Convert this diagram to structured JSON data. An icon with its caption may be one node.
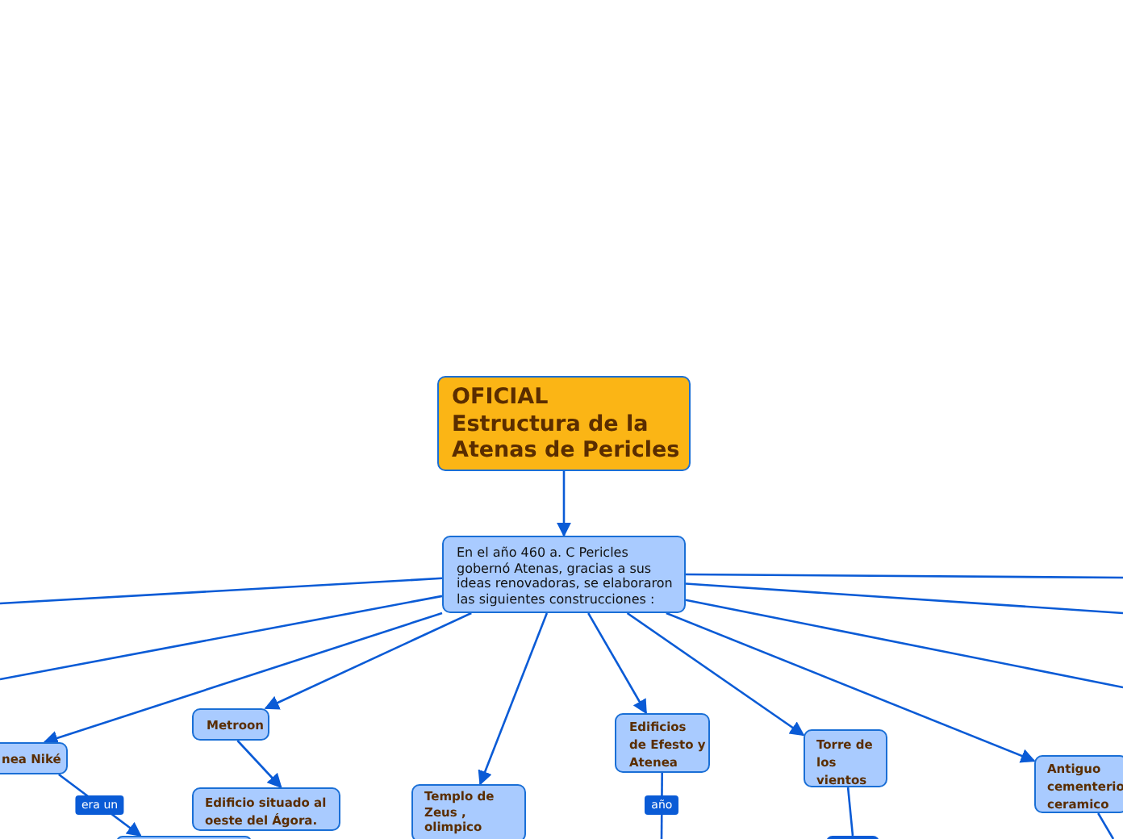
{
  "diagram": {
    "nodes": [
      {
        "text": [
          "OFICIAL Estructura de la Atenas de Pericles"
        ]
      },
      {
        "text": [
          "En el año 460 a. C Pericles gobernó Atenas, gracias a sus ideas renovadoras, se elaboraron las siguientes construcciones :"
        ]
      },
      {
        "text": [
          "nea Niké"
        ]
      },
      {
        "text": [
          "Metroon"
        ]
      },
      {
        "text": [
          "Edificio situado al oeste del Ágora."
        ]
      },
      {
        "text": [
          "Templo de Zeus , olimpico"
        ]
      },
      {
        "text": [
          "Edificios de Efesto y Atenea"
        ]
      },
      {
        "text": [
          "Torre de los vientos"
        ]
      },
      {
        "text": [
          "Antiguo cementerio ceramico"
        ]
      },
      {
        "text": [],
        "shape": "box"
      },
      {
        "text": [],
        "shape": "box"
      }
    ],
    "edges": [
      {
        "from": 0,
        "to": 1,
        "arrow": "to"
      },
      {
        "from": 1,
        "to": null,
        "arrow": "none"
      },
      {
        "from": 1,
        "to": null,
        "arrow": "none"
      },
      {
        "from": 1,
        "to": 2,
        "arrow": "to"
      },
      {
        "from": 1,
        "to": 3,
        "arrow": "to"
      },
      {
        "from": 1,
        "to": 5,
        "arrow": "to"
      },
      {
        "from": 1,
        "to": 6,
        "arrow": "to"
      },
      {
        "from": 1,
        "to": 7,
        "arrow": "to"
      },
      {
        "from": 1,
        "to": 8,
        "arrow": "to"
      },
      {
        "from": 1,
        "to": null,
        "arrow": "none"
      },
      {
        "from": 1,
        "to": null,
        "arrow": "none"
      },
      {
        "from": 1,
        "to": null,
        "arrow": "none"
      },
      {
        "from": 3,
        "to": 4,
        "arrow": "to"
      },
      {
        "from": 2,
        "to": 9,
        "label": "era un",
        "arrow": "to"
      },
      {
        "from": 6,
        "to": null,
        "label": "año",
        "arrow": "none"
      },
      {
        "from": 7,
        "to": 10,
        "arrow": "none"
      },
      {
        "from": 8,
        "to": null,
        "arrow": "none"
      }
    ]
  }
}
